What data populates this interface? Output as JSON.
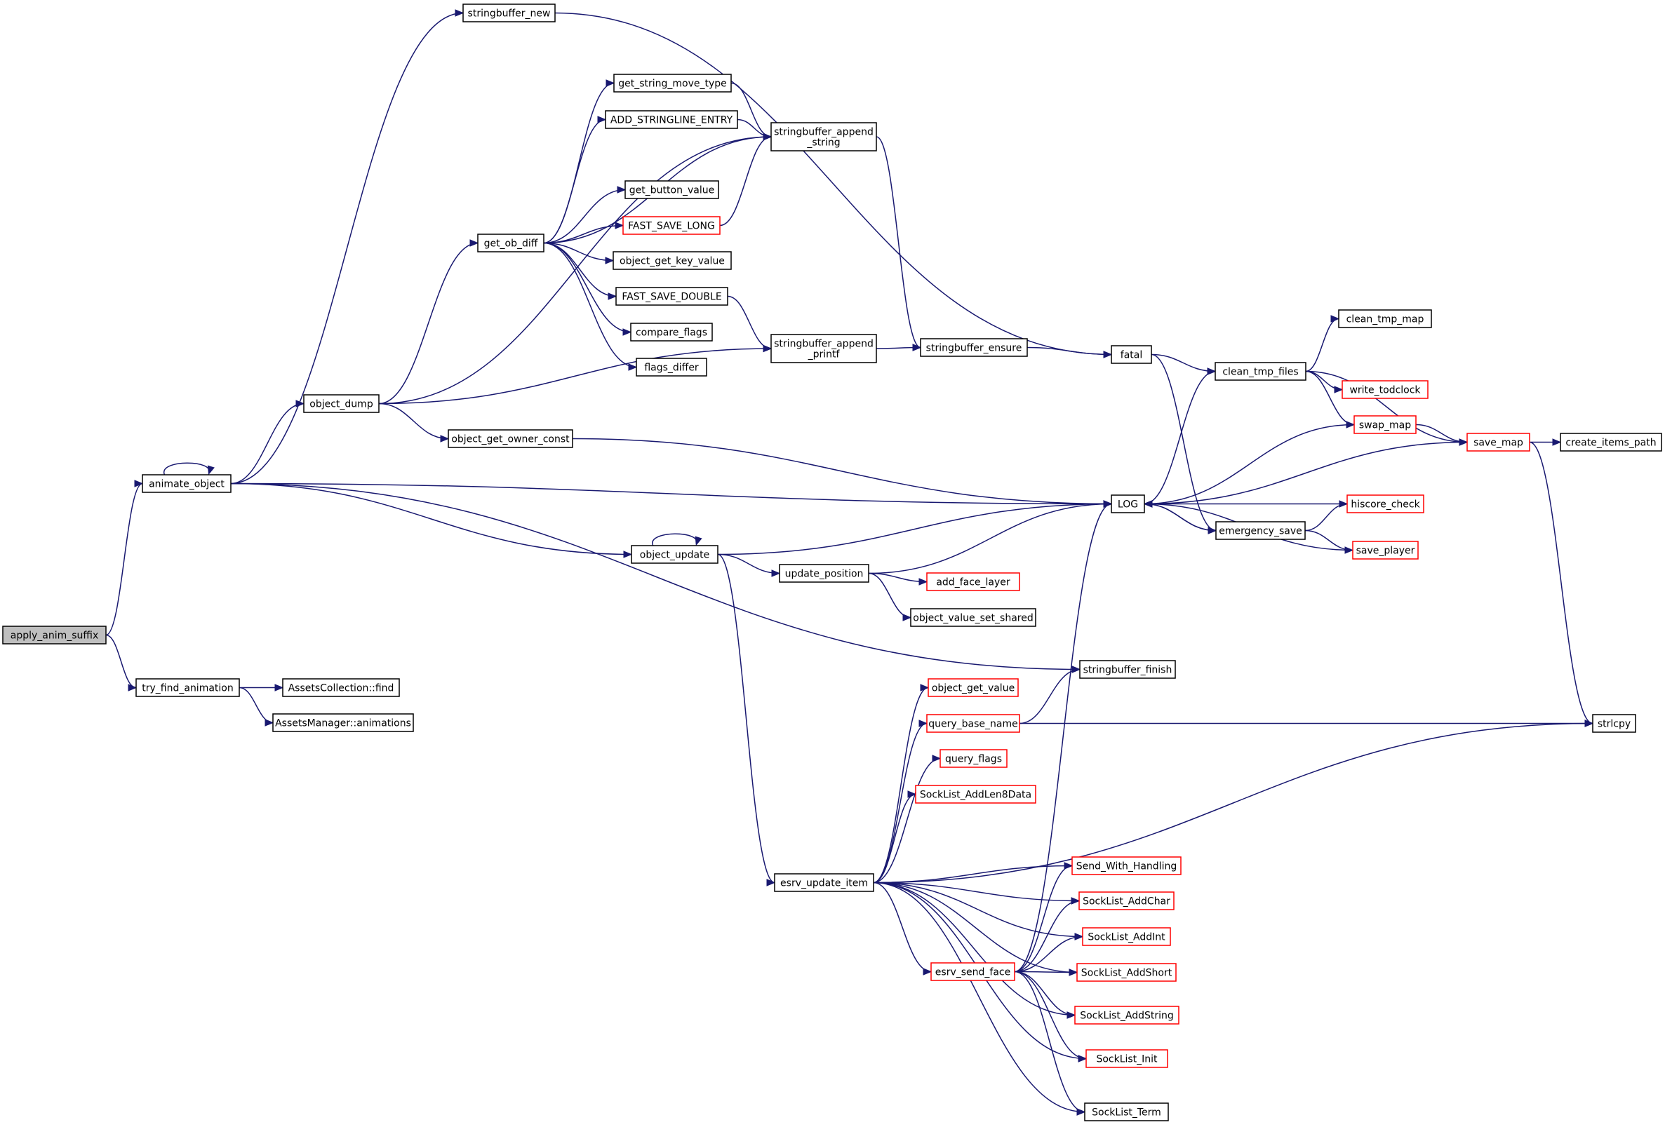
{
  "graph": {
    "colors": {
      "edge": "#191970",
      "node_border": "#000000",
      "external_border": "#ff0000",
      "root_fill": "#bfbfbf"
    },
    "nodes": [
      {
        "id": "apply_anim_suffix",
        "label": [
          "apply_anim_suffix"
        ],
        "style": "root"
      },
      {
        "id": "animate_object",
        "label": [
          "animate_object"
        ]
      },
      {
        "id": "try_find_animation",
        "label": [
          "try_find_animation"
        ]
      },
      {
        "id": "assets_find",
        "label": [
          "AssetsCollection::find"
        ]
      },
      {
        "id": "assets_animations",
        "label": [
          "AssetsManager::animations"
        ]
      },
      {
        "id": "stringbuffer_new",
        "label": [
          "stringbuffer_new"
        ]
      },
      {
        "id": "object_dump",
        "label": [
          "object_dump"
        ]
      },
      {
        "id": "get_ob_diff",
        "label": [
          "get_ob_diff"
        ]
      },
      {
        "id": "object_get_owner_const",
        "label": [
          "object_get_owner_const"
        ]
      },
      {
        "id": "object_update",
        "label": [
          "object_update"
        ]
      },
      {
        "id": "get_string_move_type",
        "label": [
          "get_string_move_type"
        ]
      },
      {
        "id": "add_stringline_entry",
        "label": [
          "ADD_STRINGLINE_ENTRY"
        ]
      },
      {
        "id": "get_button_value",
        "label": [
          "get_button_value"
        ]
      },
      {
        "id": "fast_save_long",
        "label": [
          "FAST_SAVE_LONG"
        ],
        "style": "ext"
      },
      {
        "id": "object_get_key_value",
        "label": [
          "object_get_key_value"
        ]
      },
      {
        "id": "fast_save_double",
        "label": [
          "FAST_SAVE_DOUBLE"
        ]
      },
      {
        "id": "compare_flags",
        "label": [
          "compare_flags"
        ]
      },
      {
        "id": "flags_differ",
        "label": [
          "flags_differ"
        ]
      },
      {
        "id": "stringbuffer_append_string",
        "label": [
          "stringbuffer_append",
          "_string"
        ]
      },
      {
        "id": "stringbuffer_append_printf",
        "label": [
          "stringbuffer_append",
          "_printf"
        ]
      },
      {
        "id": "stringbuffer_ensure",
        "label": [
          "stringbuffer_ensure"
        ]
      },
      {
        "id": "fatal",
        "label": [
          "fatal"
        ]
      },
      {
        "id": "clean_tmp_map",
        "label": [
          "clean_tmp_map"
        ]
      },
      {
        "id": "clean_tmp_files",
        "label": [
          "clean_tmp_files"
        ]
      },
      {
        "id": "write_todclock",
        "label": [
          "write_todclock"
        ],
        "style": "ext"
      },
      {
        "id": "swap_map",
        "label": [
          "swap_map"
        ],
        "style": "ext"
      },
      {
        "id": "save_map",
        "label": [
          "save_map"
        ],
        "style": "ext"
      },
      {
        "id": "create_items_path",
        "label": [
          "create_items_path"
        ]
      },
      {
        "id": "log",
        "label": [
          "LOG"
        ]
      },
      {
        "id": "hiscore_check",
        "label": [
          "hiscore_check"
        ],
        "style": "ext"
      },
      {
        "id": "emergency_save",
        "label": [
          "emergency_save"
        ]
      },
      {
        "id": "save_player",
        "label": [
          "save_player"
        ],
        "style": "ext"
      },
      {
        "id": "update_position",
        "label": [
          "update_position"
        ]
      },
      {
        "id": "add_face_layer",
        "label": [
          "add_face_layer"
        ],
        "style": "ext"
      },
      {
        "id": "object_value_set_shared",
        "label": [
          "object_value_set_shared"
        ]
      },
      {
        "id": "stringbuffer_finish",
        "label": [
          "stringbuffer_finish"
        ]
      },
      {
        "id": "object_get_value",
        "label": [
          "object_get_value"
        ],
        "style": "ext"
      },
      {
        "id": "query_base_name",
        "label": [
          "query_base_name"
        ],
        "style": "ext"
      },
      {
        "id": "strlcpy",
        "label": [
          "strlcpy"
        ]
      },
      {
        "id": "query_flags",
        "label": [
          "query_flags"
        ],
        "style": "ext"
      },
      {
        "id": "socklist_addlen8data",
        "label": [
          "SockList_AddLen8Data"
        ],
        "style": "ext"
      },
      {
        "id": "esrv_update_item",
        "label": [
          "esrv_update_item"
        ]
      },
      {
        "id": "send_with_handling",
        "label": [
          "Send_With_Handling"
        ],
        "style": "ext"
      },
      {
        "id": "socklist_addchar",
        "label": [
          "SockList_AddChar"
        ],
        "style": "ext"
      },
      {
        "id": "socklist_addint",
        "label": [
          "SockList_AddInt"
        ],
        "style": "ext"
      },
      {
        "id": "esrv_send_face",
        "label": [
          "esrv_send_face"
        ],
        "style": "ext"
      },
      {
        "id": "socklist_addshort",
        "label": [
          "SockList_AddShort"
        ],
        "style": "ext"
      },
      {
        "id": "socklist_addstring",
        "label": [
          "SockList_AddString"
        ],
        "style": "ext"
      },
      {
        "id": "socklist_init",
        "label": [
          "SockList_Init"
        ],
        "style": "ext"
      },
      {
        "id": "socklist_term",
        "label": [
          "SockList_Term"
        ]
      }
    ],
    "edges": [
      [
        "apply_anim_suffix",
        "animate_object"
      ],
      [
        "apply_anim_suffix",
        "try_find_animation"
      ],
      [
        "try_find_animation",
        "assets_find"
      ],
      [
        "try_find_animation",
        "assets_animations"
      ],
      [
        "animate_object",
        "animate_object"
      ],
      [
        "animate_object",
        "stringbuffer_new"
      ],
      [
        "animate_object",
        "object_dump"
      ],
      [
        "animate_object",
        "log"
      ],
      [
        "animate_object",
        "object_update"
      ],
      [
        "animate_object",
        "stringbuffer_finish"
      ],
      [
        "stringbuffer_new",
        "fatal"
      ],
      [
        "object_dump",
        "stringbuffer_append_string"
      ],
      [
        "object_dump",
        "get_ob_diff"
      ],
      [
        "object_dump",
        "stringbuffer_append_printf"
      ],
      [
        "object_dump",
        "object_get_owner_const"
      ],
      [
        "object_get_owner_const",
        "log"
      ],
      [
        "get_ob_diff",
        "get_string_move_type"
      ],
      [
        "get_ob_diff",
        "add_stringline_entry"
      ],
      [
        "get_ob_diff",
        "stringbuffer_append_string"
      ],
      [
        "get_ob_diff",
        "get_button_value"
      ],
      [
        "get_ob_diff",
        "fast_save_long"
      ],
      [
        "get_ob_diff",
        "object_get_key_value"
      ],
      [
        "get_ob_diff",
        "fast_save_double"
      ],
      [
        "get_ob_diff",
        "compare_flags"
      ],
      [
        "get_ob_diff",
        "flags_differ"
      ],
      [
        "get_string_move_type",
        "stringbuffer_append_string"
      ],
      [
        "add_stringline_entry",
        "stringbuffer_append_string"
      ],
      [
        "fast_save_long",
        "stringbuffer_append_string"
      ],
      [
        "fast_save_double",
        "stringbuffer_append_printf"
      ],
      [
        "stringbuffer_append_string",
        "stringbuffer_ensure"
      ],
      [
        "stringbuffer_append_printf",
        "stringbuffer_ensure"
      ],
      [
        "stringbuffer_ensure",
        "fatal"
      ],
      [
        "fatal",
        "clean_tmp_files"
      ],
      [
        "fatal",
        "emergency_save"
      ],
      [
        "clean_tmp_files",
        "clean_tmp_map"
      ],
      [
        "clean_tmp_files",
        "write_todclock"
      ],
      [
        "clean_tmp_files",
        "swap_map"
      ],
      [
        "clean_tmp_files",
        "save_map"
      ],
      [
        "swap_map",
        "save_map"
      ],
      [
        "swap_map",
        "log"
      ],
      [
        "save_map",
        "create_items_path"
      ],
      [
        "save_map",
        "log"
      ],
      [
        "save_map",
        "strlcpy"
      ],
      [
        "log",
        "clean_tmp_files"
      ],
      [
        "log",
        "emergency_save"
      ],
      [
        "emergency_save",
        "log"
      ],
      [
        "emergency_save",
        "hiscore_check"
      ],
      [
        "emergency_save",
        "save_player"
      ],
      [
        "hiscore_check",
        "log"
      ],
      [
        "save_player",
        "log"
      ],
      [
        "object_update",
        "object_update"
      ],
      [
        "object_update",
        "log"
      ],
      [
        "object_update",
        "update_position"
      ],
      [
        "object_update",
        "esrv_update_item"
      ],
      [
        "update_position",
        "log"
      ],
      [
        "update_position",
        "add_face_layer"
      ],
      [
        "update_position",
        "object_value_set_shared"
      ],
      [
        "query_base_name",
        "stringbuffer_finish"
      ],
      [
        "query_base_name",
        "strlcpy"
      ],
      [
        "esrv_update_item",
        "object_get_value"
      ],
      [
        "esrv_update_item",
        "query_base_name"
      ],
      [
        "esrv_update_item",
        "query_flags"
      ],
      [
        "esrv_update_item",
        "socklist_addlen8data"
      ],
      [
        "esrv_update_item",
        "strlcpy"
      ],
      [
        "esrv_update_item",
        "send_with_handling"
      ],
      [
        "esrv_update_item",
        "socklist_addchar"
      ],
      [
        "esrv_update_item",
        "socklist_addint"
      ],
      [
        "esrv_update_item",
        "esrv_send_face"
      ],
      [
        "esrv_update_item",
        "socklist_addshort"
      ],
      [
        "esrv_update_item",
        "socklist_addstring"
      ],
      [
        "esrv_update_item",
        "socklist_init"
      ],
      [
        "esrv_update_item",
        "socklist_term"
      ],
      [
        "esrv_send_face",
        "log"
      ],
      [
        "esrv_send_face",
        "send_with_handling"
      ],
      [
        "esrv_send_face",
        "socklist_addchar"
      ],
      [
        "esrv_send_face",
        "socklist_addint"
      ],
      [
        "esrv_send_face",
        "socklist_addshort"
      ],
      [
        "esrv_send_face",
        "socklist_addstring"
      ],
      [
        "esrv_send_face",
        "socklist_init"
      ],
      [
        "esrv_send_face",
        "socklist_term"
      ]
    ]
  }
}
